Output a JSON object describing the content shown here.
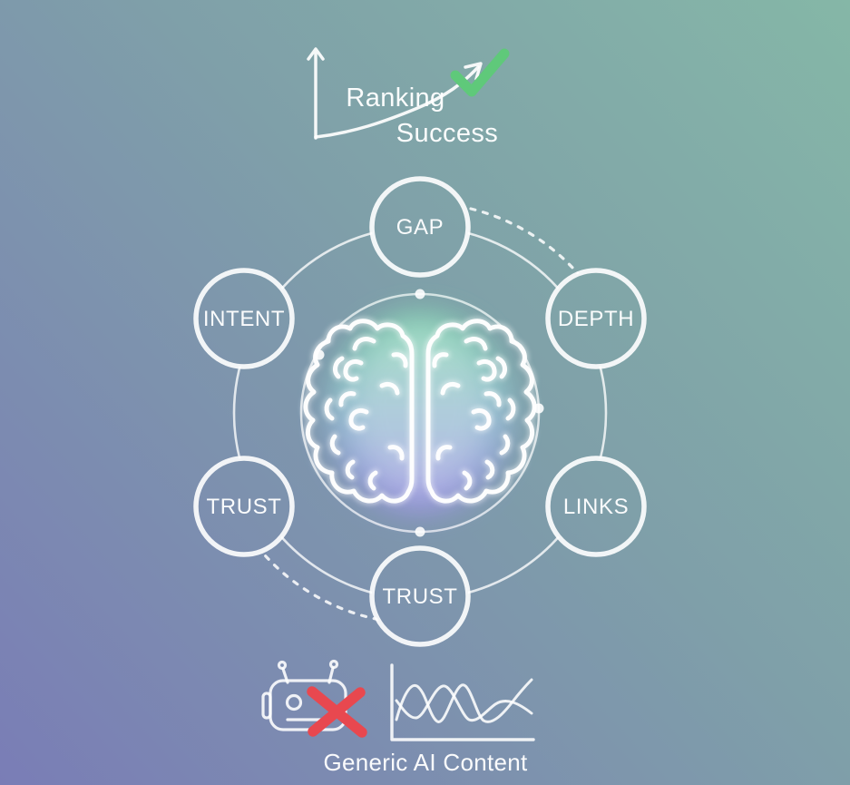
{
  "colors": {
    "bg_top_right": "#85b7a7",
    "bg_middle": "#7f9fa9",
    "bg_bottom_left": "#7a7db6",
    "line_white": "#ffffff",
    "success_green": "#5fc97a",
    "error_red": "#e8484f",
    "glow_top": "#7fd6ae",
    "glow_middle": "#93bdd3",
    "glow_bottom": "#9e93e6"
  },
  "top_graphic": {
    "icon": "growth-curve-with-checkmark",
    "label_line1": "Ranking",
    "label_line2": "Success"
  },
  "diagram": {
    "center_icon": "brain",
    "nodes": [
      {
        "id": "gap",
        "label": "GAP"
      },
      {
        "id": "depth",
        "label": "DEPTH"
      },
      {
        "id": "links",
        "label": "LINKS"
      },
      {
        "id": "trust_bottom",
        "label": "TRUST"
      },
      {
        "id": "trust_left",
        "label": "TRUST"
      },
      {
        "id": "intent",
        "label": "INTENT"
      }
    ]
  },
  "bottom_graphic": {
    "icons": [
      "robot-crossed-out",
      "fluctuating-rankings-chart"
    ],
    "caption": "Generic AI Content"
  }
}
